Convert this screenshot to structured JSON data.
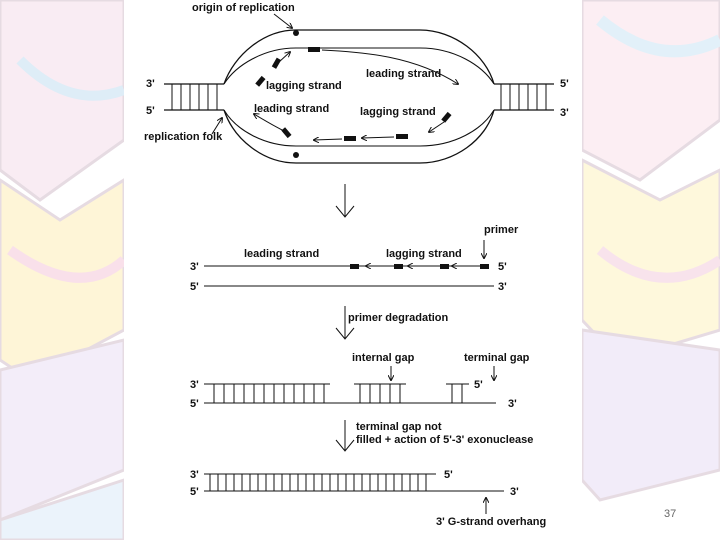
{
  "bubble": {
    "origin_label": "origin of replication",
    "left_top_end": "3'",
    "left_bottom_end": "5'",
    "right_top_end": "5'",
    "right_bottom_end": "3'",
    "leading_strand_top": "leading strand",
    "lagging_strand_top": "lagging strand",
    "leading_strand_bottom": "leading strand",
    "lagging_strand_bottom": "lagging strand",
    "fork_label": "replication folk"
  },
  "step1": {
    "top_left_end": "3'",
    "top_right_end": "5'",
    "bottom_left_end": "5'",
    "bottom_right_end": "3'",
    "leading_label": "leading strand",
    "lagging_label": "lagging strand",
    "primer_label": "primer"
  },
  "step2": {
    "arrow_label": "primer degradation",
    "top_left_end": "3'",
    "top_right_end": "5'",
    "bottom_left_end": "5'",
    "bottom_right_end": "3'",
    "internal_gap_label": "internal gap",
    "terminal_gap_label": "terminal gap"
  },
  "step3": {
    "arrow_label_line1": "terminal gap not",
    "arrow_label_line2": "filled + action of 5'-3' exonuclease",
    "top_left_end": "3'",
    "top_right_end": "5'",
    "bottom_left_end": "5'",
    "bottom_right_end": "3'",
    "overhang_label": "3' G-strand overhang"
  },
  "slide_number": "37",
  "colors": {
    "ink": "#111111",
    "slide_bg": "#ffffff"
  }
}
